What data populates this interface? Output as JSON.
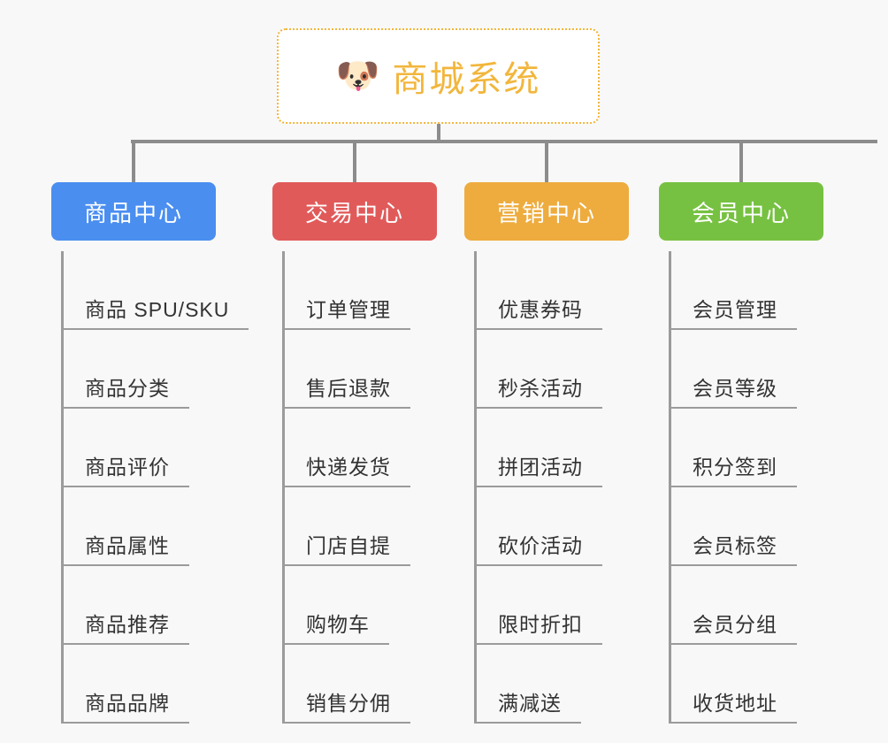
{
  "diagram": {
    "type": "organization-tree",
    "background_color": "#f8f8f8",
    "root": {
      "icon": "dog-face-icon",
      "icon_glyph": "🐶",
      "title": "商城系统",
      "text_color": "#f2b63c",
      "border_color": "#f2b63c",
      "background_color": "#ffffff"
    },
    "connector_color": "#8c8c8c",
    "leaf_rule_color": "#9b9b9b",
    "leaf_text_color": "#333333",
    "branches": [
      {
        "id": "product-center",
        "label": "商品中心",
        "color": "#4a8ef0",
        "items": [
          {
            "label": "商品 SPU/SKU"
          },
          {
            "label": "商品分类"
          },
          {
            "label": "商品评价"
          },
          {
            "label": "商品属性"
          },
          {
            "label": "商品推荐"
          },
          {
            "label": "商品品牌"
          }
        ]
      },
      {
        "id": "trade-center",
        "label": "交易中心",
        "color": "#e15a5a",
        "items": [
          {
            "label": "订单管理"
          },
          {
            "label": "售后退款"
          },
          {
            "label": "快递发货"
          },
          {
            "label": "门店自提"
          },
          {
            "label": "购物车"
          },
          {
            "label": "销售分佣"
          }
        ]
      },
      {
        "id": "marketing-center",
        "label": "营销中心",
        "color": "#eeac3e",
        "items": [
          {
            "label": "优惠券码"
          },
          {
            "label": "秒杀活动"
          },
          {
            "label": "拼团活动"
          },
          {
            "label": "砍价活动"
          },
          {
            "label": "限时折扣"
          },
          {
            "label": "满减送"
          }
        ]
      },
      {
        "id": "member-center",
        "label": "会员中心",
        "color": "#77c142",
        "items": [
          {
            "label": "会员管理"
          },
          {
            "label": "会员等级"
          },
          {
            "label": "积分签到"
          },
          {
            "label": "会员标签"
          },
          {
            "label": "会员分组"
          },
          {
            "label": "收货地址"
          }
        ]
      }
    ]
  }
}
